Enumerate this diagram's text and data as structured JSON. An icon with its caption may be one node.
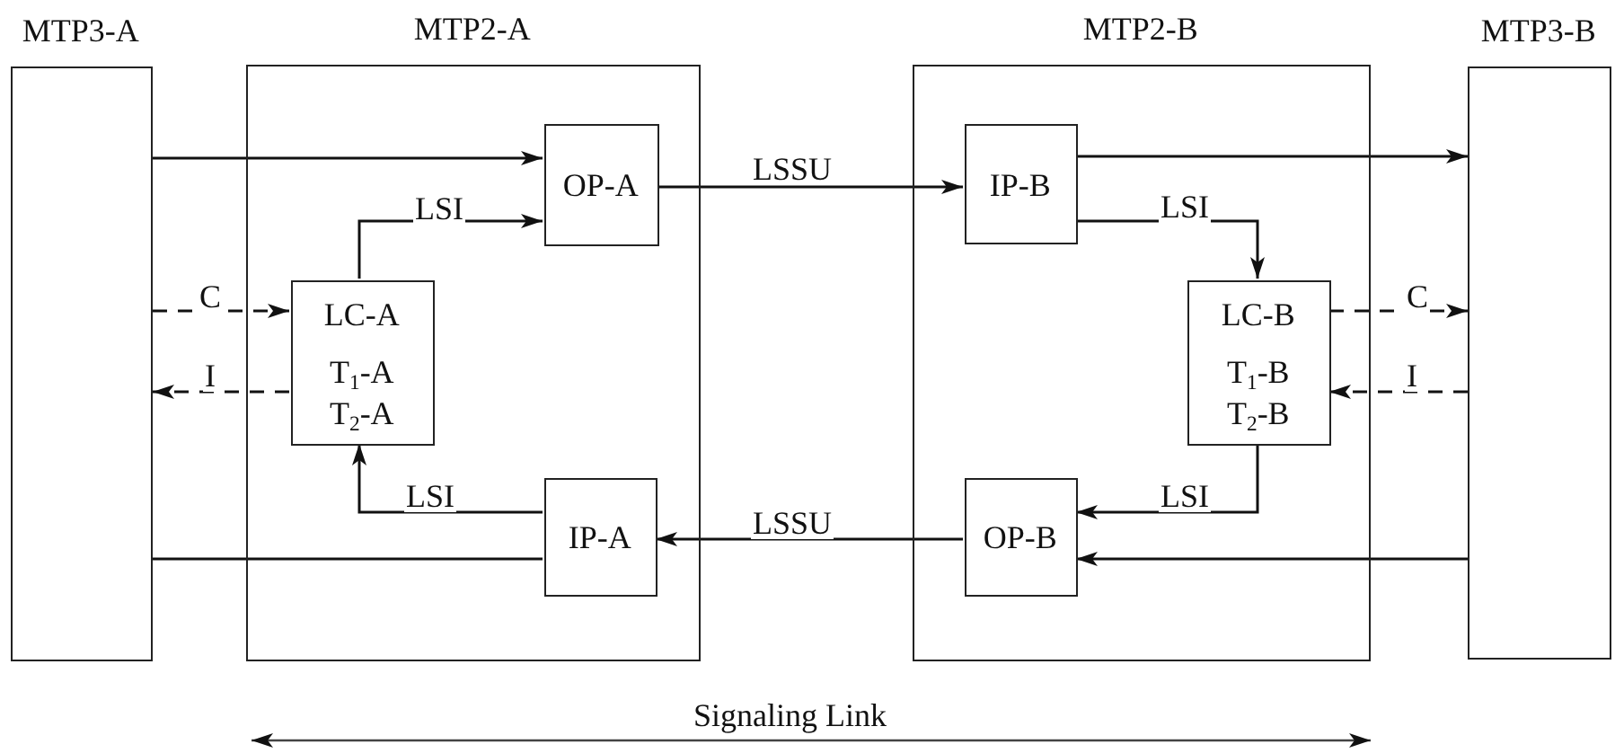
{
  "diagram": {
    "nodes": [
      {
        "text": [
          "MTP3-A"
        ]
      },
      {
        "text": [
          "MTP2-A"
        ]
      },
      {
        "text": [
          "OP-A"
        ],
        "in": 1
      },
      {
        "text": [
          "LC-A",
          "T$_{1}$-A",
          "T$_{2}$-A"
        ],
        "in": 1
      },
      {
        "text": [
          "IP-A"
        ],
        "in": 1
      },
      {
        "text": [
          "MTP2-B"
        ]
      },
      {
        "text": [
          "IP-B"
        ],
        "in": 5
      },
      {
        "text": [
          "LC-B",
          "T$_{1}$-B",
          "T$_{2}$-B"
        ],
        "in": 5
      },
      {
        "text": [
          "OP-B"
        ],
        "in": 5
      },
      {
        "text": [
          "MTP3-B"
        ]
      }
    ],
    "edges": [
      {
        "from": 0,
        "to": 2,
        "arrow": "to"
      },
      {
        "from": 3,
        "to": 2,
        "arrow": "to",
        "label": "LSI"
      },
      {
        "from": 0,
        "to": 3,
        "arrow": "to",
        "label": "C",
        "style": "dashed"
      },
      {
        "from": 3,
        "to": 0,
        "arrow": "to",
        "label": "I",
        "style": "dashed"
      },
      {
        "from": 4,
        "to": 3,
        "arrow": "to",
        "label": "LSI"
      },
      {
        "from": 4,
        "to": 0,
        "arrow": "none"
      },
      {
        "from": 2,
        "to": 6,
        "arrow": "to",
        "label": "LSSU"
      },
      {
        "from": 6,
        "to": 9,
        "arrow": "to"
      },
      {
        "from": 6,
        "to": 7,
        "arrow": "to",
        "label": "LSI"
      },
      {
        "from": 7,
        "to": 9,
        "arrow": "to",
        "label": "C",
        "style": "dashed"
      },
      {
        "from": 9,
        "to": 7,
        "arrow": "to",
        "label": "I",
        "style": "dashed"
      },
      {
        "from": 7,
        "to": 8,
        "arrow": "to",
        "label": "LSI"
      },
      {
        "from": 9,
        "to": 8,
        "arrow": "to"
      },
      {
        "from": 8,
        "to": 4,
        "arrow": "to",
        "label": "LSSU"
      }
    ],
    "labels": [
      "Signaling Link"
    ]
  }
}
